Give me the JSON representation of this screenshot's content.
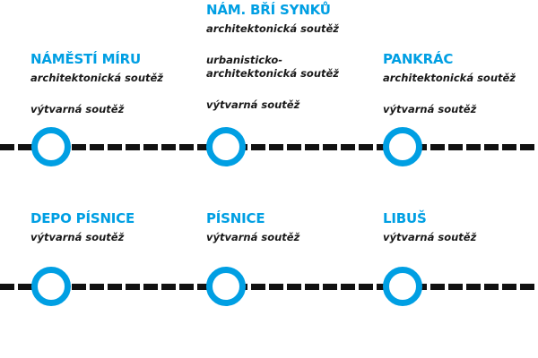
{
  "colors": {
    "accent": "#009fe3",
    "line": "#111111"
  },
  "rows": [
    {
      "stations": [
        {
          "name": "NÁMĚSTÍ MÍRU",
          "competitions": [
            "architektonická soutěž",
            "výtvarná soutěž"
          ]
        },
        {
          "name": "NÁM. BŘÍ SYNKŮ",
          "competitions": [
            "architektonická soutěž",
            "urbanisticko-architektonická soutěž",
            "výtvarná soutěž"
          ]
        },
        {
          "name": "PANKRÁC",
          "competitions": [
            "architektonická soutěž",
            "výtvarná soutěž"
          ]
        }
      ]
    },
    {
      "stations": [
        {
          "name": "DEPO PÍSNICE",
          "competitions": [
            "výtvarná soutěž"
          ]
        },
        {
          "name": "PÍSNICE",
          "competitions": [
            "výtvarná soutěž"
          ]
        },
        {
          "name": "LIBUŠ",
          "competitions": [
            "výtvarná soutěž"
          ]
        }
      ]
    }
  ]
}
